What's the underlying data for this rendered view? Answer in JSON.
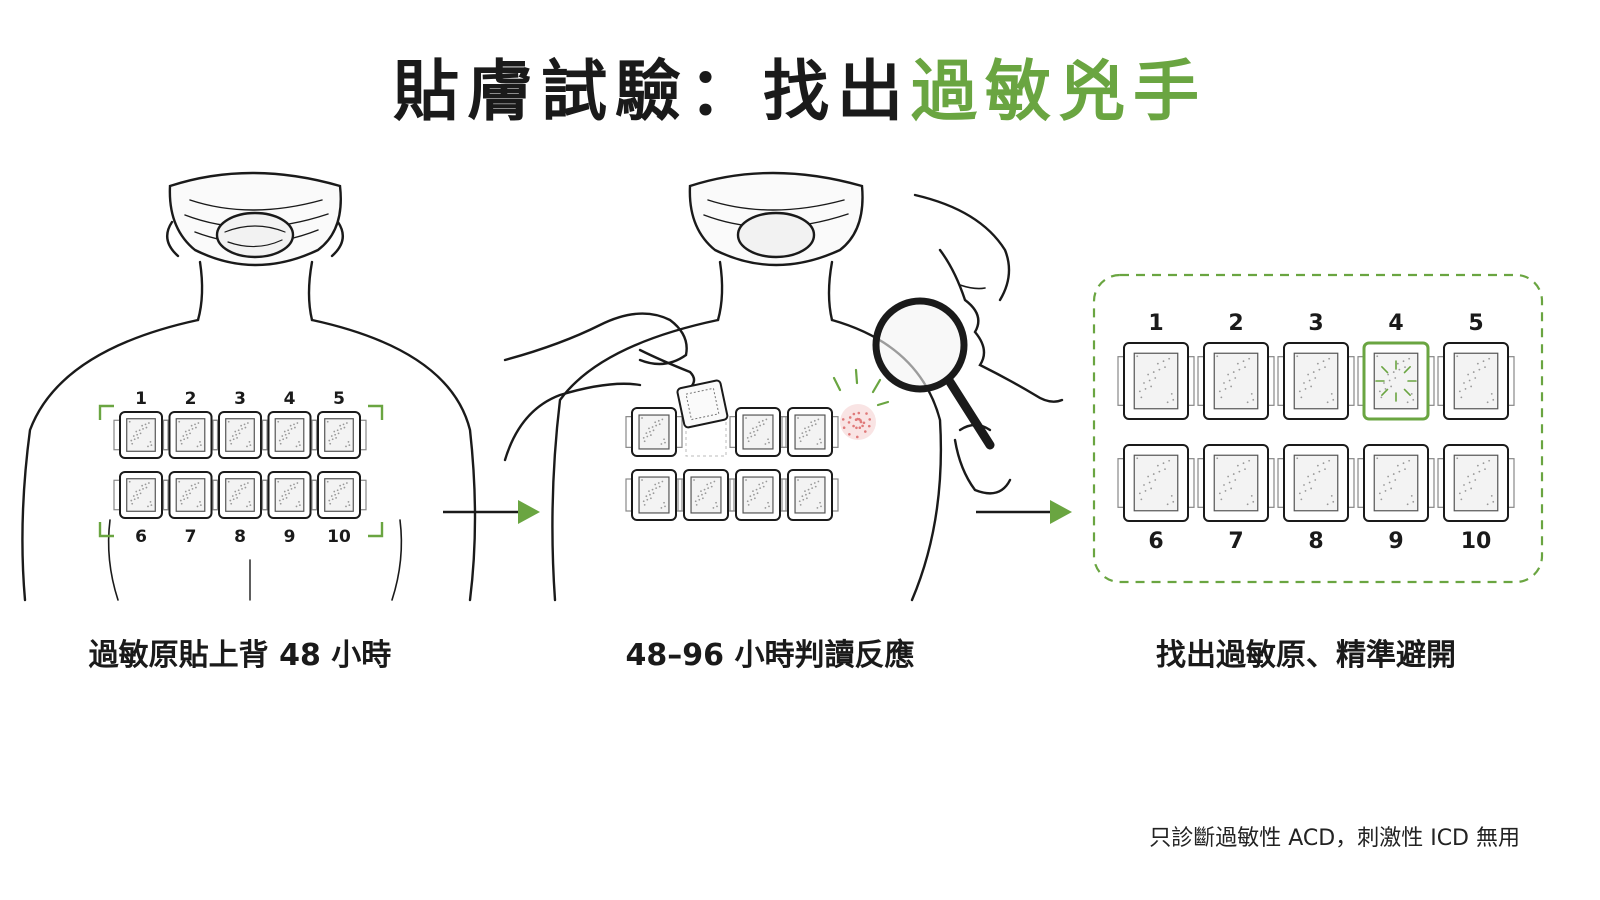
{
  "title": {
    "main": "貼膚試驗：找出",
    "accent": "過敏兇手"
  },
  "steps": [
    {
      "caption": "過敏原貼上背 48 小時"
    },
    {
      "caption": "48–96 小時判讀反應"
    },
    {
      "caption": "找出過敏原、精準避開"
    }
  ],
  "patch_numbers": [
    "1",
    "2",
    "3",
    "4",
    "5",
    "6",
    "7",
    "8",
    "9",
    "10"
  ],
  "positive_patch": "4",
  "footnote": "只診斷過敏性 ACD，刺激性 ICD 無用",
  "colors": {
    "accent": "#6aa541",
    "ink": "#1a1a1a",
    "reaction": "#e07a7a"
  }
}
